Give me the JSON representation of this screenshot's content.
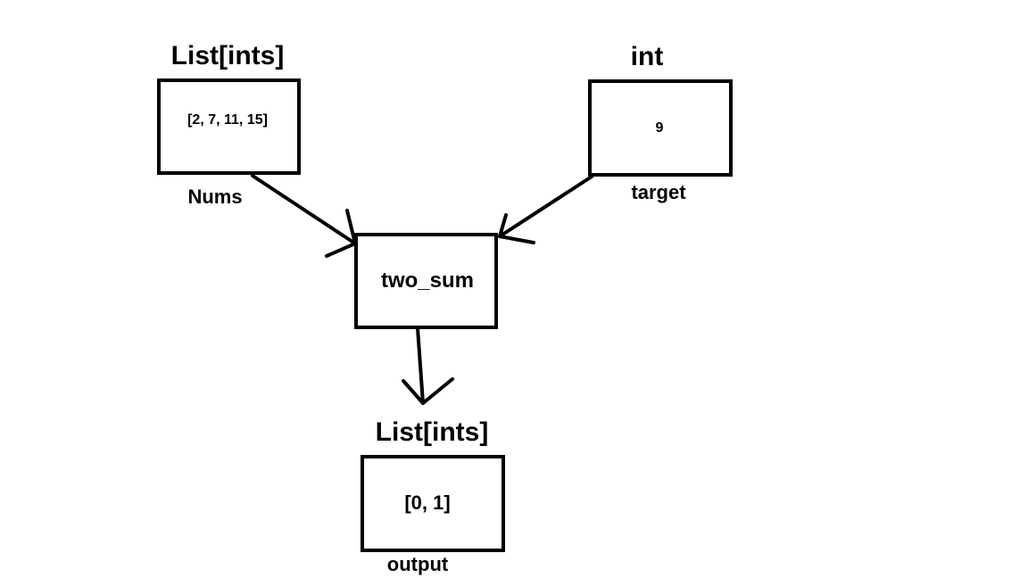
{
  "inputs": {
    "nums": {
      "type": "List[ints]",
      "value": "[2, 7, 11, 15]",
      "name": "Nums"
    },
    "target": {
      "type": "int",
      "value": "9",
      "name": "target"
    }
  },
  "function": {
    "name": "two_sum"
  },
  "output": {
    "type": "List[ints]",
    "value": "[0, 1]",
    "name": "output"
  }
}
